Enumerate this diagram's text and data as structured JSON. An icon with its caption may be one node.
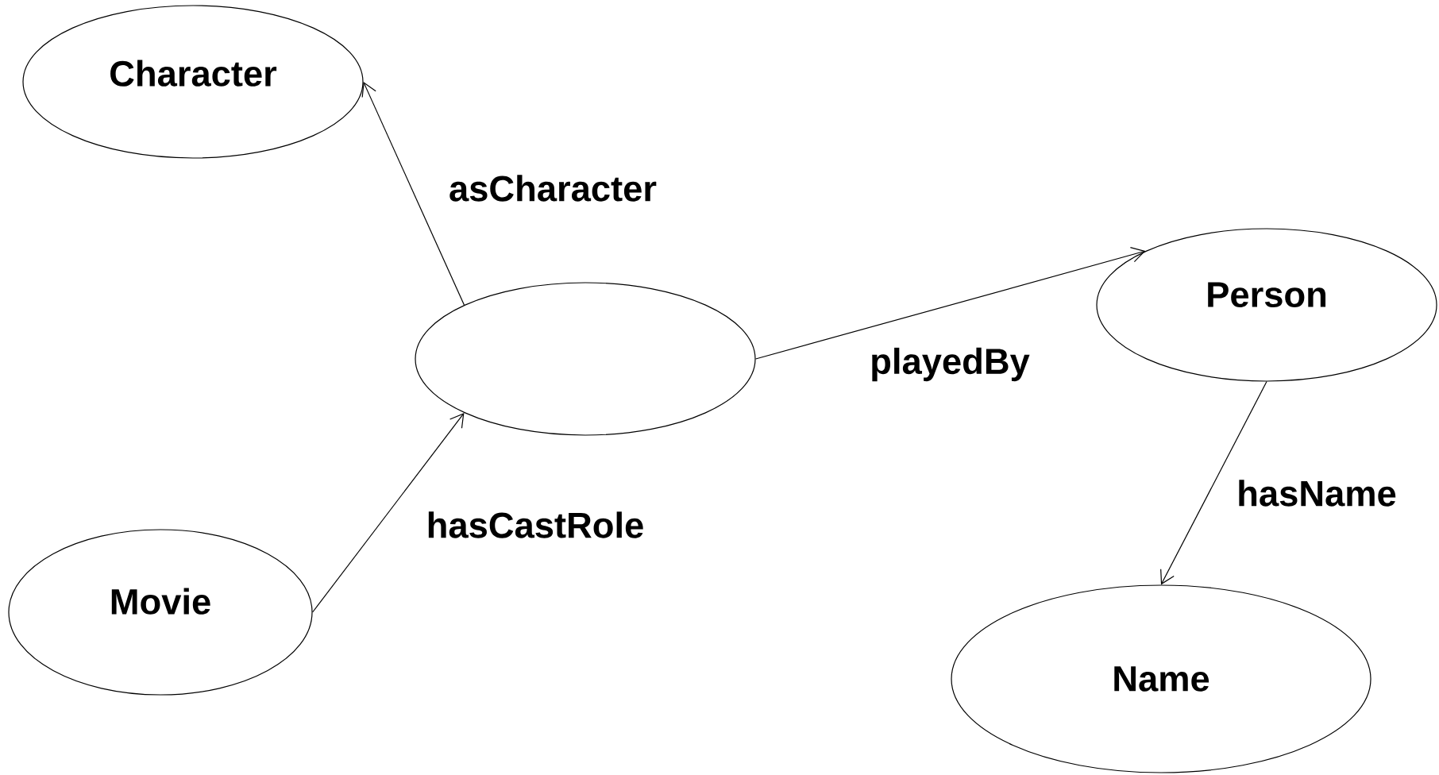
{
  "diagram": {
    "nodes": [
      {
        "text": [
          "Character"
        ]
      },
      {
        "text": [
          "Movie"
        ]
      },
      {
        "text": [],
        "shape": "ellipse"
      },
      {
        "text": [
          "Person"
        ]
      },
      {
        "text": [
          "Name"
        ]
      }
    ],
    "edges": [
      {
        "from": 2,
        "to": 0,
        "arrow": "to",
        "label": "asCharacter"
      },
      {
        "from": 1,
        "to": 2,
        "arrow": "to",
        "label": "hasCastRole"
      },
      {
        "from": 2,
        "to": 3,
        "arrow": "to",
        "label": "playedBy"
      },
      {
        "from": 3,
        "to": 4,
        "arrow": "to",
        "label": "hasName"
      }
    ]
  }
}
